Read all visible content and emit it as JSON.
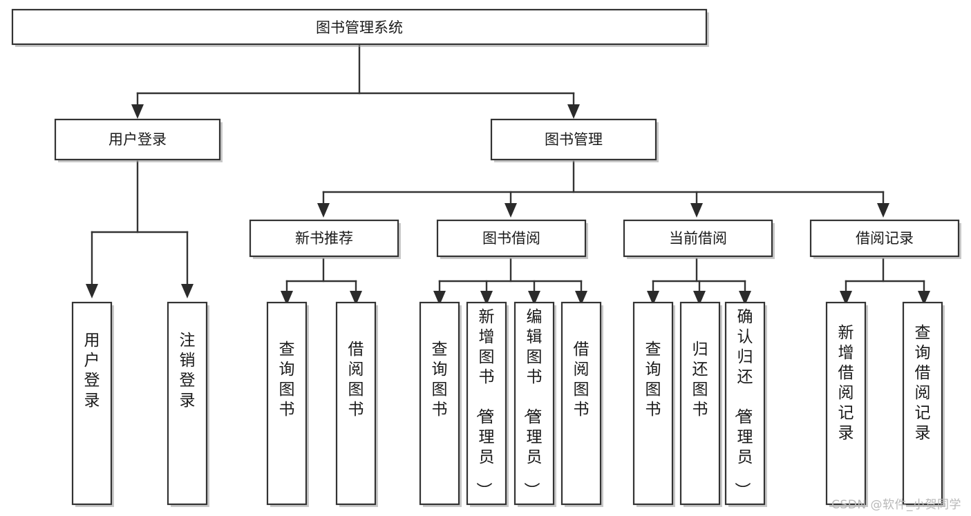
{
  "diagram": {
    "type": "tree-hierarchy",
    "title": "图书管理系统",
    "watermark": "CSDN @软件_小贺同学",
    "colors": {
      "box_fill": "#ffffff",
      "box_stroke": "#333333",
      "text": "#1a1a1a",
      "watermark": "#b8b8b8",
      "background": "#ffffff"
    },
    "root": {
      "label": "图书管理系统",
      "orientation": "horizontal"
    },
    "level2": [
      {
        "label": "用户登录",
        "orientation": "horizontal"
      },
      {
        "label": "图书管理",
        "orientation": "horizontal"
      }
    ],
    "level3": [
      {
        "label": "新书推荐",
        "orientation": "horizontal",
        "parent": "图书管理"
      },
      {
        "label": "图书借阅",
        "orientation": "horizontal",
        "parent": "图书管理"
      },
      {
        "label": "当前借阅",
        "orientation": "horizontal",
        "parent": "图书管理"
      },
      {
        "label": "借阅记录",
        "orientation": "horizontal",
        "parent": "图书管理"
      }
    ],
    "leaves": [
      {
        "label": "用户登录",
        "orientation": "vertical",
        "parent": "用户登录"
      },
      {
        "label": "注销登录",
        "orientation": "vertical",
        "parent": "用户登录"
      },
      {
        "label": "查询图书",
        "orientation": "vertical",
        "parent": "新书推荐"
      },
      {
        "label": "借阅图书",
        "orientation": "vertical",
        "parent": "新书推荐"
      },
      {
        "label": "查询图书",
        "orientation": "vertical",
        "parent": "图书借阅"
      },
      {
        "label": "新增图书（管理员）",
        "orientation": "vertical",
        "parent": "图书借阅"
      },
      {
        "label": "编辑图书（管理员）",
        "orientation": "vertical",
        "parent": "图书借阅"
      },
      {
        "label": "借阅图书",
        "orientation": "vertical",
        "parent": "图书借阅"
      },
      {
        "label": "查询图书",
        "orientation": "vertical",
        "parent": "当前借阅"
      },
      {
        "label": "归还图书",
        "orientation": "vertical",
        "parent": "当前借阅"
      },
      {
        "label": "确认归还（管理员）",
        "orientation": "vertical",
        "parent": "当前借阅"
      },
      {
        "label": "新增借阅记录",
        "orientation": "vertical",
        "parent": "借阅记录"
      },
      {
        "label": "查询借阅记录",
        "orientation": "vertical",
        "parent": "借阅记录"
      }
    ]
  }
}
